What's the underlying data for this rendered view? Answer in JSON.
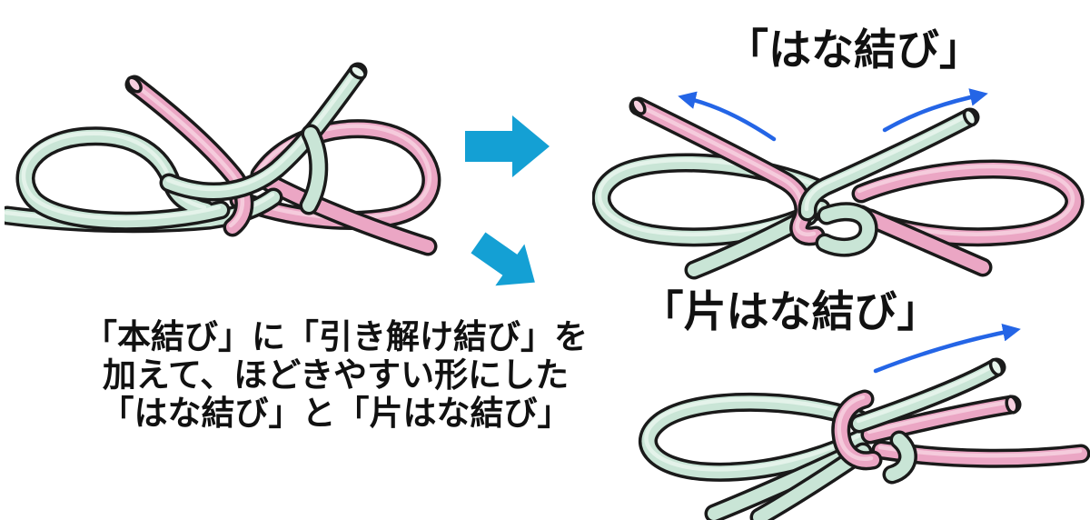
{
  "labels": {
    "hana": "「はな結び」",
    "katahana": "「片はな結び」"
  },
  "caption": {
    "line1": "「本結び」に「引き解け結び」を",
    "line2": "加えて、ほどきやすい形にした",
    "line3": "「はな結び」と「片はな結び」"
  },
  "colors": {
    "background": "#ffffff",
    "text": "#111111",
    "ink": "#1a1a1a",
    "rope_pink": "#eba6c4",
    "rope_pink_light": "#f6cfdf",
    "rope_green": "#c9e5d6",
    "rope_green_light": "#e7f4ec",
    "cyan_arrow": "#14a0d4",
    "blue_arrow": "#2465e6"
  },
  "illustrations": {
    "left_knot": "square-knot-with-slip-loops",
    "bow_knot": "hana-musubi-double-loop-bow-knot",
    "half_bow_knot": "kata-hana-musubi-single-loop-bow-knot"
  }
}
